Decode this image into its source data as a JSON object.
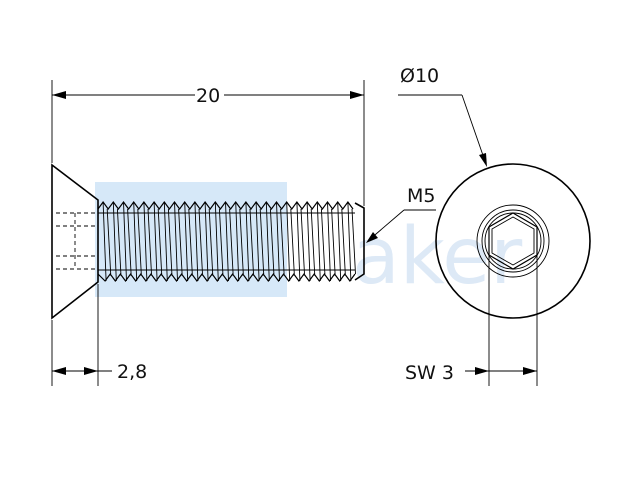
{
  "drawing": {
    "dimensions": {
      "length": "20",
      "head_height": "2,8",
      "head_diameter": "Ø10",
      "thread": "M5",
      "socket_size": "SW 3"
    },
    "watermark": {
      "text": "aker",
      "color": "#d6e8f8"
    },
    "colors": {
      "ink": "#000000",
      "background": "#ffffff"
    }
  }
}
